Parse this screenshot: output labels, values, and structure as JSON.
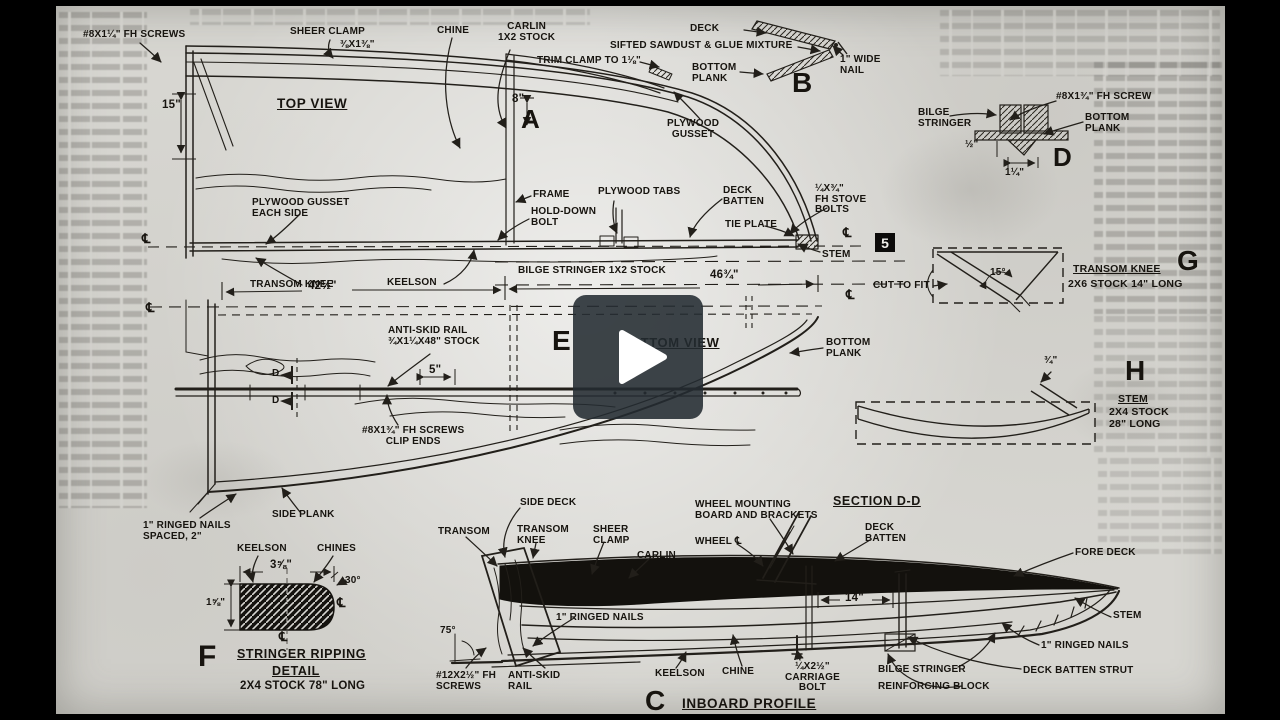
{
  "player": {
    "play_icon": "play-triangle"
  },
  "page_badge": "5",
  "section_letters": {
    "a": "A",
    "b": "B",
    "c": "C",
    "d": "D",
    "e": "E",
    "f": "F",
    "g": "G",
    "h": "H"
  },
  "view_titles": {
    "top_view": "TOP VIEW",
    "bottom_view": "BOTTOM VIEW",
    "inboard_profile": "INBOARD PROFILE",
    "section_dd": "SECTION D-D",
    "stringer_ripping_1": "STRINGER RIPPING",
    "stringer_ripping_2": "DETAIL",
    "stringer_ripping_3": "2X4 STOCK 78\" LONG",
    "transom_knee_g_title": "TRANSOM KNEE",
    "transom_knee_g_sub": "2X6 STOCK 14\" LONG",
    "stem_h_title": "STEM",
    "stem_h_sub": "2X4 STOCK\n28\" LONG"
  },
  "labels": {
    "fh_screws_top": "#8X1¼\" FH SCREWS",
    "sheer_clamp": "SHEER CLAMP",
    "sheer_clamp_size": "⅜X1⅜\"",
    "chine_top": "CHINE",
    "carlin_stock": "CARLIN\n1X2 STOCK",
    "trim_clamp": "TRIM CLAMP TO 1⅛\"",
    "dim_15": "15\"",
    "dim_8": "8\"",
    "deck_b": "DECK",
    "sawdust": "SIFTED SAWDUST & GLUE MIXTURE",
    "bottom_plank_b": "BOTTOM\nPLANK",
    "wide_nail": "1\" WIDE\nNAIL",
    "plywood_gusset_top": "PLYWOOD\nGUSSET",
    "bilge_stringer_d": "BILGE\nSTRINGER",
    "fh_screw_d": "#8X1¾\" FH SCREW",
    "bottom_plank_d": "BOTTOM\nPLANK",
    "dim_half": "½\"",
    "dim_1quarter": "1¼\"",
    "plywood_gusset_each": "PLYWOOD GUSSET\nEACH SIDE",
    "frame": "FRAME",
    "hold_down_bolt": "HOLD-DOWN\nBOLT",
    "plywood_tabs": "PLYWOOD TABS",
    "deck_batten_mid": "DECK\nBATTEN",
    "tie_plate": "TIE PLATE",
    "stove_bolts": "¼X¾\"\nFH STOVE\nBOLTS",
    "stem_mid": "STEM",
    "centerline": "℄",
    "transom_knee_mid": "TRANSOM KNEE",
    "keelson_mid": "KEELSON",
    "dim_42": "42½\"",
    "bilge_stringer_stock": "BILGE STRINGER 1X2 STOCK",
    "dim_46": "46¾\"",
    "cut_to_fit": "CUT TO FIT",
    "dim_15deg": "15°",
    "anti_skid_bv": "ANTI-SKID RAIL\n¾X1¼X48\" STOCK",
    "bottom_plank_bv": "BOTTOM\nPLANK",
    "d_cut": "D",
    "dim_5": "5\"",
    "fh_screws_clip": "#8X1¾\" FH SCREWS\nCLIP ENDS",
    "ringed_nails_spaced": "1\" RINGED NAILS\nSPACED, 2\"",
    "side_plank": "SIDE PLANK",
    "keelson_f": "KEELSON",
    "chines_f": "CHINES",
    "dim_3_5_8": "3⅝\"",
    "dim_30deg": "30°",
    "dim_1_5_8": "1⅝\"",
    "dim_3_4": "¾\"",
    "side_deck": "SIDE DECK",
    "transom": "TRANSOM",
    "transom_knee_c": "TRANSOM\nKNEE",
    "sheer_clamp_c": "SHEER\nCLAMP",
    "carlin_c": "CARLIN",
    "wheel_mounting": "WHEEL MOUNTING\nBOARD AND BRACKETS",
    "wheel_cl": "WHEEL ℄",
    "deck_batten_c": "DECK\nBATTEN",
    "fore_deck": "FORE DECK",
    "dim_14": "14\"",
    "stem_c": "STEM",
    "ringed_nails_c": "1\" RINGED NAILS",
    "deck_batten_strut": "DECK BATTEN STRUT",
    "bilge_stringer_c": "BILGE STRINGER",
    "reinforcing_block": "REINFORCING BLOCK",
    "dim_75deg": "75°",
    "ringed_nails_p": "1\" RINGED NAILS",
    "fh_screws_12": "#12X2½\" FH\nSCREWS",
    "anti_skid_c": "ANTI-SKID\nRAIL",
    "keelson_c": "KEELSON",
    "chine_c": "CHINE",
    "carriage_bolt": "¼X2½\"\nCARRIAGE\nBOLT"
  }
}
